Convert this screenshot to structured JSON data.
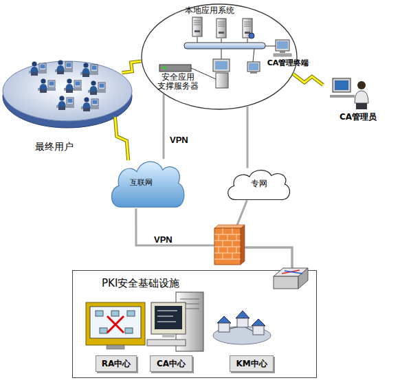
{
  "diagram": {
    "nodes": [
      {
        "text": [
          "本地应用系统"
        ]
      },
      {
        "text": [
          "安全应用 支撑服务器"
        ],
        "in": 0
      },
      {
        "text": [
          "CA管理终端"
        ],
        "in": 0
      },
      {
        "text": [
          "最终用户"
        ]
      },
      {
        "text": [
          "CA管理员"
        ]
      },
      {
        "text": [
          "互联网"
        ]
      },
      {
        "text": [
          "专网"
        ]
      },
      {
        "text": [
          "PKI安全基础设施"
        ]
      },
      {
        "text": [
          "RA中心"
        ],
        "in": 7
      },
      {
        "text": [
          "CA中心"
        ],
        "in": 7
      },
      {
        "text": [
          "KM中心"
        ],
        "in": 7
      }
    ],
    "edges": [
      {
        "from": 3,
        "to": 0,
        "arrow": "none"
      },
      {
        "from": 3,
        "to": 5,
        "arrow": "none"
      },
      {
        "from": 0,
        "to": 4,
        "arrow": "none"
      },
      {
        "from": 0,
        "to": 5,
        "label": "VPN",
        "arrow": "none"
      },
      {
        "from": 0,
        "to": 6,
        "arrow": "none"
      },
      {
        "from": 5,
        "to": 7,
        "label": "VPN",
        "arrow": "none"
      },
      {
        "from": 6,
        "to": 7,
        "arrow": "none"
      }
    ]
  }
}
